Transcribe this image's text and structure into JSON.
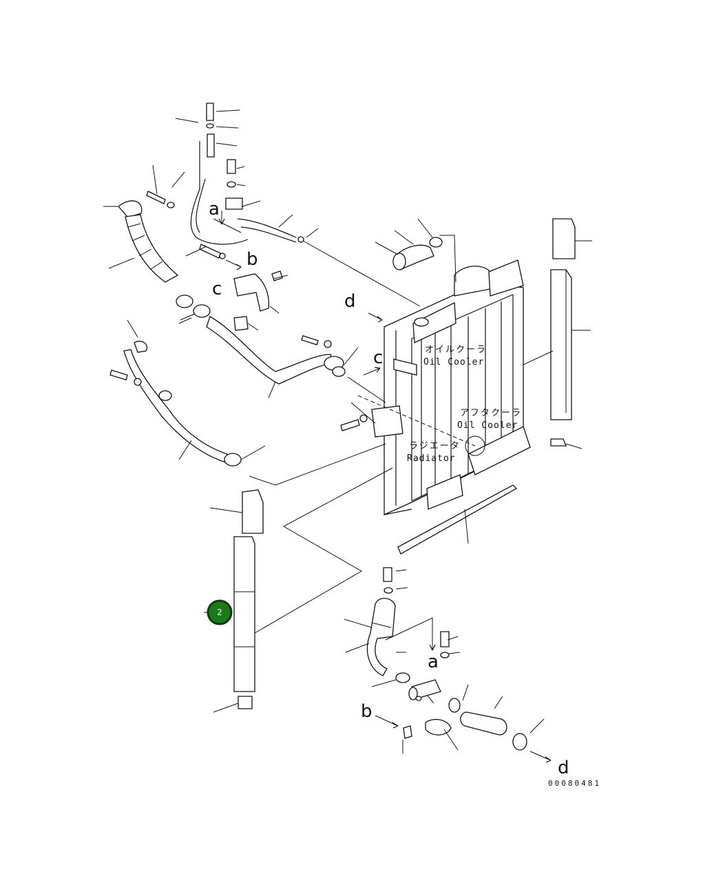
{
  "labels": {
    "oil_cooler_jp": "オイルクーラ",
    "oil_cooler_en": "Oil Cooler",
    "aftercooler_jp": "アフタクーラ",
    "aftercooler_en": "Oil Cooler",
    "radiator_jp": "ラジエータ",
    "radiator_en": "Radiator"
  },
  "ref_letters": {
    "a": "a",
    "b": "b",
    "c": "c",
    "d": "d"
  },
  "callout": {
    "number": "2",
    "color": "#1a7a1a"
  },
  "drawing_number": "00080481"
}
